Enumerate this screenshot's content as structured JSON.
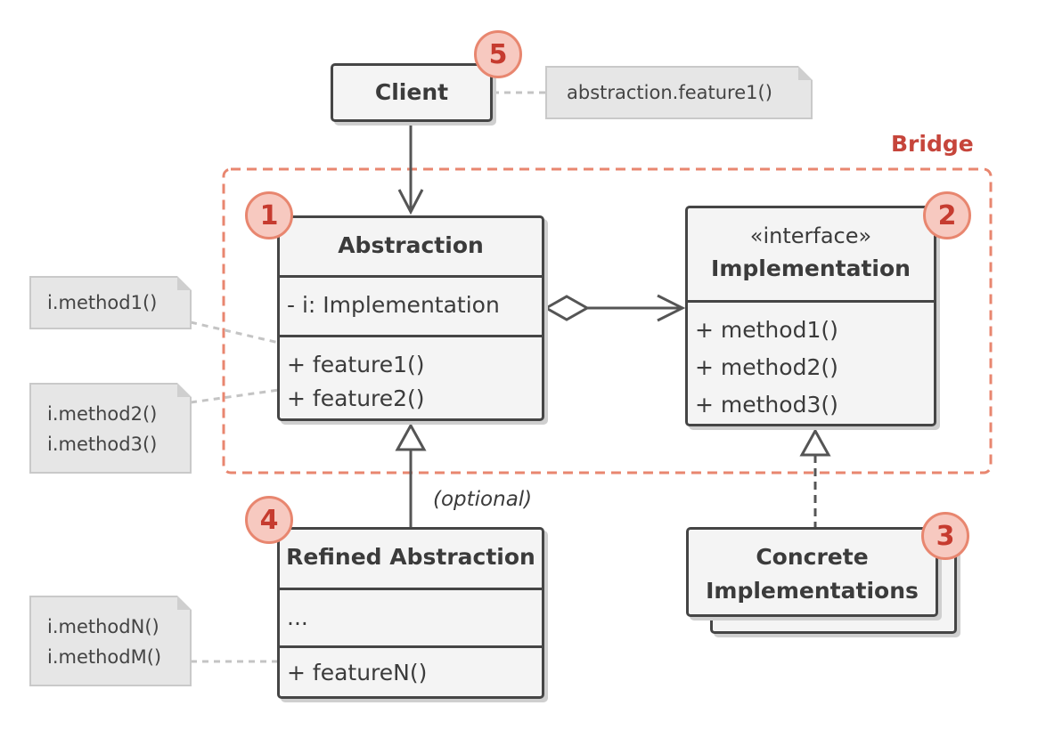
{
  "client": {
    "title": "Client",
    "note": "abstraction.feature1()",
    "badge": "5"
  },
  "bridge": {
    "label": "Bridge"
  },
  "abstraction": {
    "title": "Abstraction",
    "field": "- i: Implementation",
    "methods": [
      "+ feature1()",
      "+ feature2()"
    ],
    "badge": "1"
  },
  "implementation": {
    "stereotype": "«interface»",
    "title": "Implementation",
    "methods": [
      "+ method1()",
      "+ method2()",
      "+ method3()"
    ],
    "badge": "2"
  },
  "concrete": {
    "title_line1": "Concrete",
    "title_line2": "Implementations",
    "badge": "3"
  },
  "refined": {
    "title": "Refined Abstraction",
    "field": "...",
    "methods": [
      "+ featureN()"
    ],
    "badge": "4",
    "optional_label": "(optional)"
  },
  "notes": {
    "feature1_note": "i.method1()",
    "feature2_note_lines": [
      "i.method2()",
      "i.method3()"
    ],
    "featureN_note_lines": [
      "i.methodN()",
      "i.methodM()"
    ]
  },
  "colors": {
    "box_border": "#454545",
    "box_fill": "#f4f4f4",
    "note_fill": "#e6e6e6",
    "badge_fill": "#f7c9c0",
    "badge_border": "#e8866f",
    "accent_red": "#c6453b"
  }
}
